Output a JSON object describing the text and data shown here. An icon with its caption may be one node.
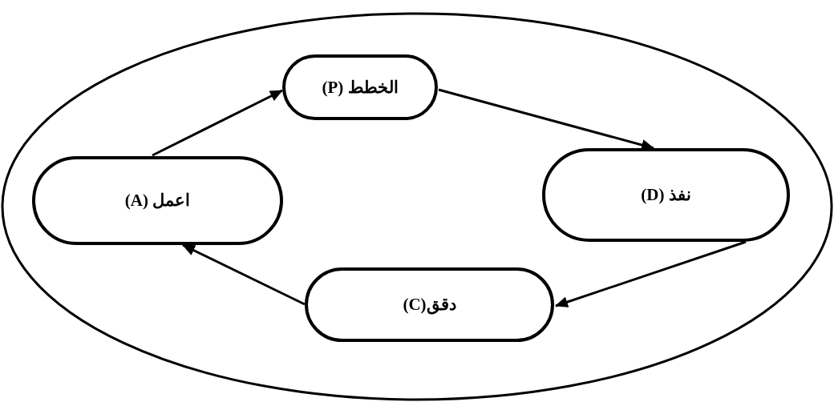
{
  "diagram": {
    "nodes": [
      {
        "text": [
          "الخطط (P)"
        ]
      },
      {
        "text": [
          "اعمل (A)"
        ]
      },
      {
        "text": [
          "نفذ (D)"
        ]
      },
      {
        "text": [
          "دقق(C)"
        ]
      }
    ],
    "edges": [
      {
        "from": 1,
        "to": 0,
        "arrow": "to"
      },
      {
        "from": 0,
        "to": 2,
        "arrow": "to"
      },
      {
        "from": 2,
        "to": 3,
        "arrow": "to"
      },
      {
        "from": 3,
        "to": 1,
        "arrow": "to"
      }
    ]
  }
}
